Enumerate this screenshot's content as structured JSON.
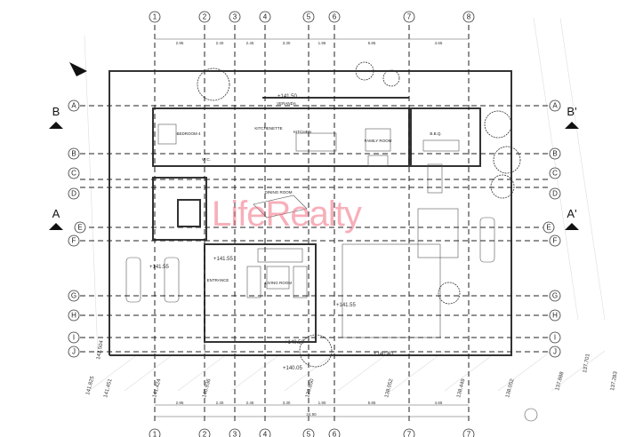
{
  "watermark": "LifeRealty",
  "grid_columns": [
    "1",
    "2",
    "3",
    "4",
    "5",
    "6",
    "7",
    "8"
  ],
  "grid_rows": [
    "A",
    "B",
    "C",
    "D",
    "E",
    "F",
    "G",
    "H",
    "I",
    "J"
  ],
  "sections": {
    "b_left": "B",
    "b_right": "B'",
    "a_left": "A",
    "a_right": "A'"
  },
  "top_dims": [
    "2.95",
    "2.40",
    "2.45",
    "3.30",
    "1.95",
    "5.85",
    "4.65"
  ],
  "bottom_dims": [
    "2.95",
    "2.40",
    "2.45",
    "3.30",
    "1.90",
    "5.85",
    "4.65"
  ],
  "bottom_total": "24.90",
  "rooms": {
    "veranda": "VERANDA",
    "bedroom": "BEDROOM 4",
    "kitchenette": "KITCHENETTE",
    "kitchen": "KITCHEN",
    "family": "FAMILY ROOM",
    "bbq": "B.B.Q.",
    "wc": "W.C.",
    "dining": "DINING ROOM",
    "entrance": "ENTRANCE",
    "living": "LIVING ROOM"
  },
  "levels": [
    "+141.50",
    "+141.55",
    "+141.55",
    "+141.55",
    "+140.50",
    "+140.05",
    "+140.40"
  ],
  "site_elevations": [
    "142.504",
    "141.825",
    "141.451",
    "141.424",
    "140.936",
    "139.850",
    "138.052",
    "138.449",
    "138.052",
    "137.888",
    "137.701",
    "137.283"
  ],
  "colors": {
    "watermark": "#f06e82",
    "lines": "#222222"
  }
}
